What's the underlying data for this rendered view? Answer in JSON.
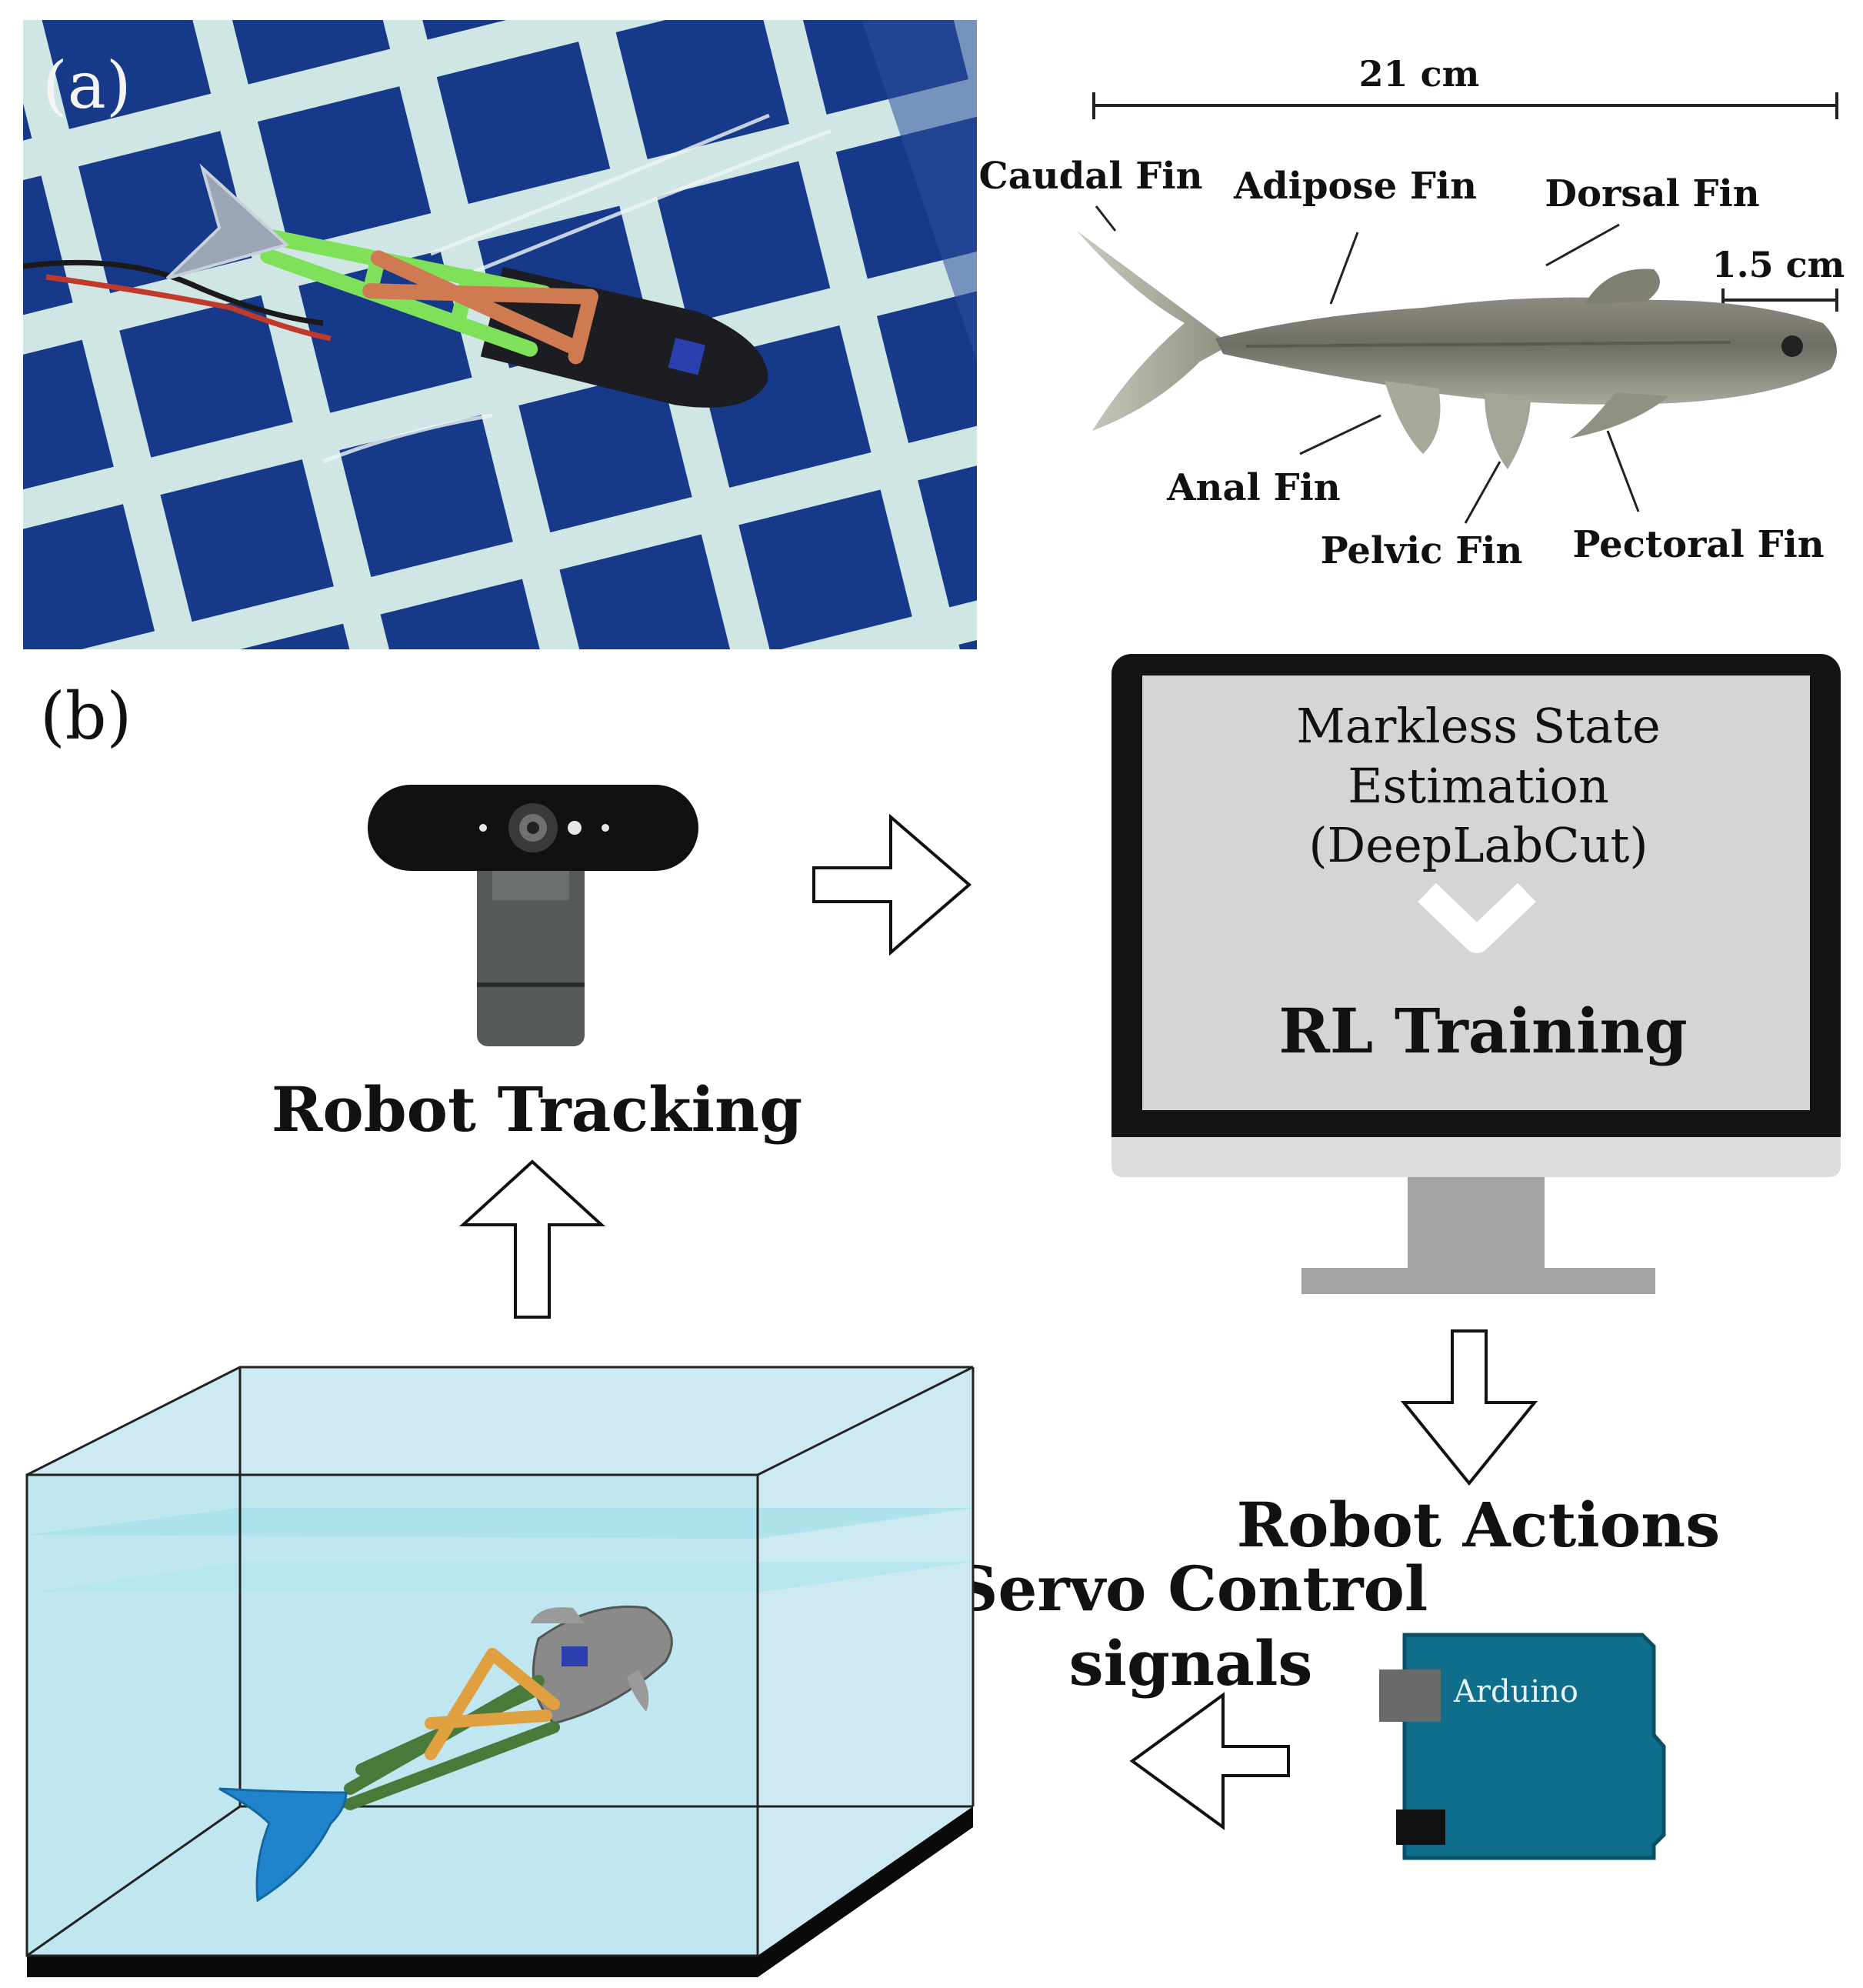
{
  "panel_a": {
    "label": "(a)",
    "dimensions": {
      "length": "21 cm",
      "head": "1.5 cm"
    },
    "fins": {
      "caudal": "Caudal Fin",
      "adipose": "Adipose Fin",
      "dorsal": "Dorsal Fin",
      "anal": "Anal Fin",
      "pelvic": "Pelvic Fin",
      "pectoral": "Pectoral Fin"
    }
  },
  "panel_b": {
    "label": "(b)",
    "robot_tracking": "Robot Tracking",
    "monitor": {
      "line1": "Markless State",
      "line2": "Estimation",
      "line3": "(DeepLabCut)",
      "rl": "RL Training"
    },
    "robot_actions": "Robot Actions",
    "servo_line1": "Servo Control",
    "servo_line2": "signals",
    "arduino": "Arduino"
  },
  "colors": {
    "water_photo": "#d5ece8",
    "tile_blue": "#173c8c",
    "tank_water": "#bfe6ef",
    "arduino_teal": "#0e6e8c",
    "fish_link_green": "#7fe05a",
    "fish_link_orange": "#d07a52",
    "cad_tail_blue": "#1f84cc",
    "cad_link_orange": "#e0a040",
    "cad_link_green": "#4a7a3a"
  }
}
